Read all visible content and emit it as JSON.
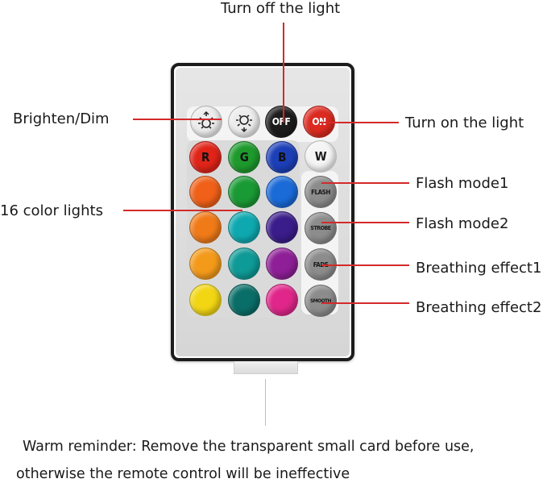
{
  "callouts": {
    "turn_off": "Turn off the light",
    "brighten_dim": "Brighten/Dim",
    "turn_on": "Turn on the light",
    "flash1": "Flash mode1",
    "color_lights": "16 color lights",
    "flash2": "Flash mode2",
    "breathing1": "Breathing effect1",
    "breathing2": "Breathing effect2"
  },
  "reminder": {
    "line1": "Warm reminder: Remove the transparent small card before use,",
    "line2": "otherwise the remote control will be ineffective"
  },
  "remote": {
    "top_row": [
      {
        "name": "brighten-button",
        "icon": "sun-up-icon",
        "text": "",
        "color": "#e8e8e8"
      },
      {
        "name": "dim-button",
        "icon": "sun-down-icon",
        "text": "",
        "color": "#e8e8e8"
      },
      {
        "name": "off-button",
        "text": "OFF",
        "color": "#1c1c1c",
        "text_color": "#ffffff"
      },
      {
        "name": "on-button",
        "text": "ON",
        "color": "#dc2a20",
        "text_color": "#ffffff"
      }
    ],
    "color_grid": [
      [
        {
          "text": "R",
          "color": "#e02418"
        },
        {
          "text": "G",
          "color": "#1e9a2c"
        },
        {
          "text": "B",
          "color": "#1c3fb8"
        }
      ],
      [
        {
          "text": "",
          "color": "#f06018"
        },
        {
          "text": "",
          "color": "#1a9a34"
        },
        {
          "text": "",
          "color": "#1a6ad8"
        }
      ],
      [
        {
          "text": "",
          "color": "#f07a18"
        },
        {
          "text": "",
          "color": "#0ea9b0"
        },
        {
          "text": "",
          "color": "#3a1c8a"
        }
      ],
      [
        {
          "text": "",
          "color": "#f49a1a"
        },
        {
          "text": "",
          "color": "#0e9a96"
        },
        {
          "text": "",
          "color": "#8e1f96"
        }
      ],
      [
        {
          "text": "",
          "color": "#f2d614"
        },
        {
          "text": "",
          "color": "#0a6e68"
        },
        {
          "text": "",
          "color": "#e0268a"
        }
      ]
    ],
    "side_buttons": [
      {
        "name": "white-button",
        "text": "W",
        "color": "#f4f4f4",
        "text_color": "#1a1a1a"
      },
      {
        "name": "flash-button",
        "text": "FLASH",
        "color": "#8c8c8c",
        "text_color": "#1a1a1a"
      },
      {
        "name": "strobe-button",
        "text": "STROBE",
        "color": "#8c8c8c",
        "text_color": "#1a1a1a"
      },
      {
        "name": "fade-button",
        "text": "FADE",
        "color": "#8c8c8c",
        "text_color": "#1a1a1a"
      },
      {
        "name": "smooth-button",
        "text": "SMOOTH",
        "color": "#8c8c8c",
        "text_color": "#1a1a1a"
      }
    ]
  },
  "colors": {
    "callout_line": "#d42a2a"
  }
}
